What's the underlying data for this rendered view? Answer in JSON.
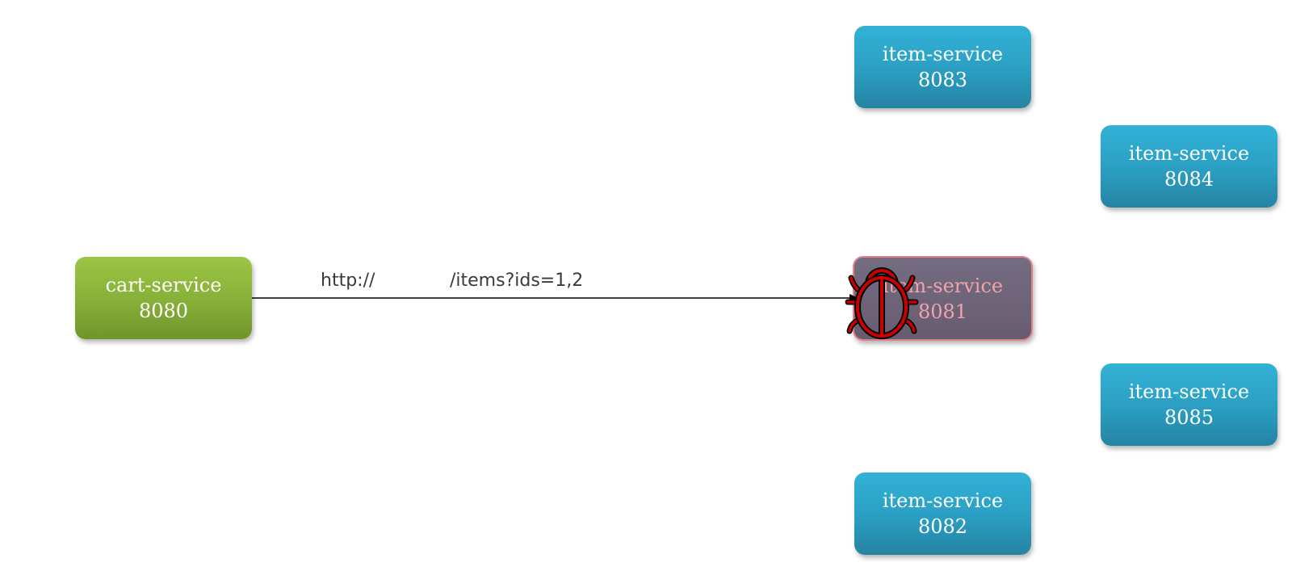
{
  "nodes": {
    "cart": {
      "name": "cart-service",
      "port": "8080"
    },
    "s8083": {
      "name": "item-service",
      "port": "8083"
    },
    "s8084": {
      "name": "item-service",
      "port": "8084"
    },
    "s8081": {
      "name": "item-service",
      "port": "8081",
      "status": "failed"
    },
    "s8085": {
      "name": "item-service",
      "port": "8085"
    },
    "s8082": {
      "name": "item-service",
      "port": "8082"
    }
  },
  "edge": {
    "protocol": "http://",
    "path": "/items?ids=1,2"
  },
  "icons": {
    "failure": "bug-icon"
  },
  "colors": {
    "item_service": "#2fa6cc",
    "cart_service": "#8bb53c",
    "failed_fill": "#6f6579",
    "failed_text": "#f1a3a8",
    "bug_fill": "#cc0000",
    "arrow": "#000000"
  }
}
